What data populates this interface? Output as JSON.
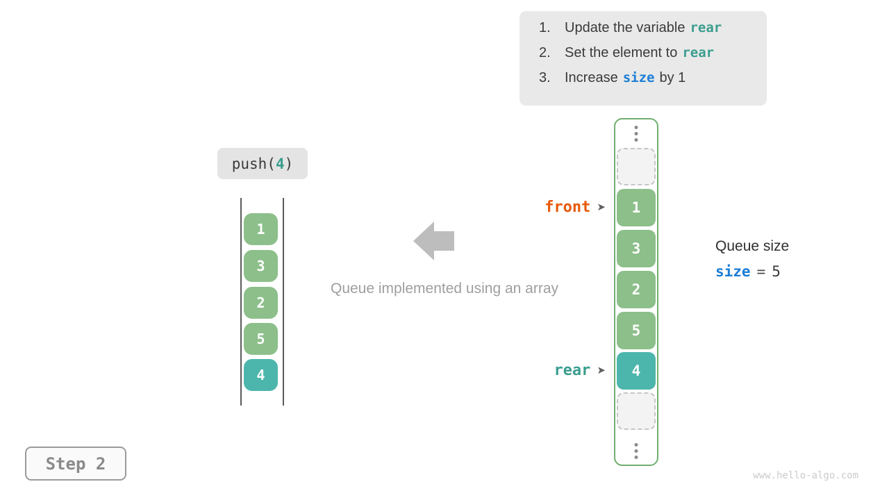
{
  "colors": {
    "green": "#8CBF8A",
    "teal": "#4DB6AC",
    "teal_text": "#3A9D8E",
    "orange": "#E8590C",
    "blue": "#1C7ED6",
    "border_green": "#70AE70",
    "panel_bg": "#E9E9E9",
    "big_arrow": "#BDBDBD"
  },
  "instructions": {
    "items": [
      {
        "num": "1.",
        "pre": "Update the variable",
        "code": "rear",
        "post": ""
      },
      {
        "num": "2.",
        "pre": "Set the element to",
        "code": "rear",
        "post": ""
      },
      {
        "num": "3.",
        "pre": "Increase",
        "code": "size",
        "post": "by 1"
      }
    ]
  },
  "push_label": {
    "fn": "push(",
    "arg": "4",
    "close": ")"
  },
  "left_queue": {
    "values": [
      "1",
      "3",
      "2",
      "5",
      "4"
    ]
  },
  "caption": "Queue implemented using an array",
  "queue_array": {
    "front_label": "front",
    "rear_label": "rear",
    "pointer_glyph": "➤",
    "cells": [
      {
        "type": "ellipsis"
      },
      {
        "type": "empty"
      },
      {
        "type": "cell",
        "value": "1",
        "variant": "green"
      },
      {
        "type": "cell",
        "value": "3",
        "variant": "green"
      },
      {
        "type": "cell",
        "value": "2",
        "variant": "green"
      },
      {
        "type": "cell",
        "value": "5",
        "variant": "green"
      },
      {
        "type": "cell",
        "value": "4",
        "variant": "teal"
      },
      {
        "type": "empty"
      },
      {
        "type": "ellipsis"
      }
    ]
  },
  "queue_size": {
    "title": "Queue size",
    "var": "size",
    "eq": "=",
    "value": "5"
  },
  "step": {
    "label": "Step 2"
  },
  "watermark": "www.hello-algo.com"
}
